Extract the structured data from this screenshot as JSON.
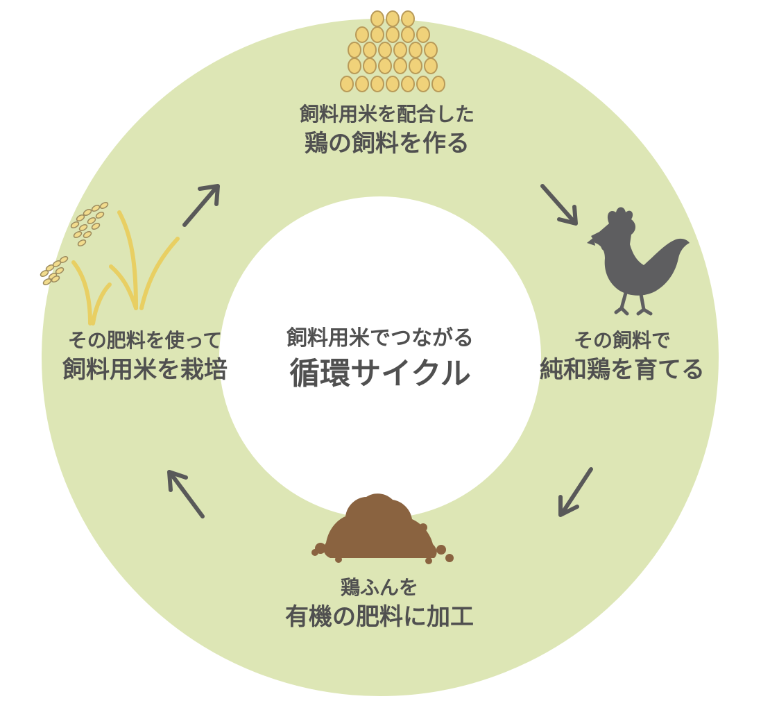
{
  "center": {
    "line1": "飼料用米でつながる",
    "line2": "循環サイクル"
  },
  "steps": {
    "feed": {
      "line1": "飼料用米を配合した",
      "line2": "鶏の飼料を作る",
      "icon": "rice-grain-pile-icon"
    },
    "raise": {
      "line1": "その飼料で",
      "line2": "純和鶏を育てる",
      "icon": "chicken-icon"
    },
    "manure": {
      "line1": "鶏ふんを",
      "line2": "有機の肥料に加工",
      "icon": "manure-pile-icon"
    },
    "grow": {
      "line1": "その肥料を使って",
      "line2": "飼料用米を栽培",
      "icon": "rice-plant-icon"
    }
  },
  "colors": {
    "ring": "#dde6b5",
    "text": "#505050",
    "arrow": "#595959",
    "grain_fill": "#f0d27a",
    "grain_stroke": "#b89a58",
    "chicken": "#5e5e60",
    "manure": "#8a6340",
    "plant": "#e8cf63"
  }
}
